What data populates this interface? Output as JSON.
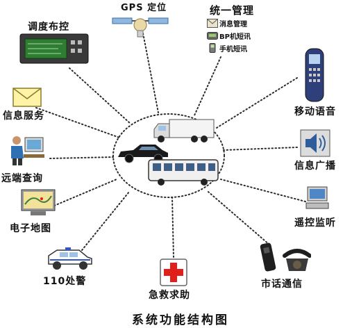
{
  "title": "系统功能结构图",
  "center": {
    "vehicles": [
      "truck",
      "sedan",
      "bus"
    ]
  },
  "nodes": {
    "gps": {
      "label": "GPS 定位",
      "icon": "satellite-icon"
    },
    "dispatch": {
      "label": "调度布控",
      "icon": "dispatch-console-icon"
    },
    "unified": {
      "label": "统一管理",
      "items": [
        "消息管理",
        "BP机短讯",
        "手机短讯"
      ],
      "icons": [
        "message-envelope-icon",
        "pager-icon",
        "phone-icon"
      ]
    },
    "info_service": {
      "label": "信息服务",
      "icon": "envelope-icon"
    },
    "mobile_voice": {
      "label": "移动语音",
      "icon": "handset-icon"
    },
    "remote_query": {
      "label": "远端查询",
      "icon": "computer-user-icon"
    },
    "broadcast": {
      "label": "信息广播",
      "icon": "speaker-icon"
    },
    "e_map": {
      "label": "电子地图",
      "icon": "map-screen-icon"
    },
    "remote_monitor": {
      "label": "遥控监听",
      "icon": "computer-icon"
    },
    "police": {
      "label": "110处警",
      "icon": "police-car-icon"
    },
    "rescue": {
      "label": "急救求助",
      "icon": "red-cross-icon"
    },
    "city_phone": {
      "label": "市话通信",
      "icon": "telephones-icon"
    }
  },
  "colors": {
    "spoke": "#2b2b2b",
    "cross": "#e0201b",
    "screen": "#2e7d32"
  }
}
